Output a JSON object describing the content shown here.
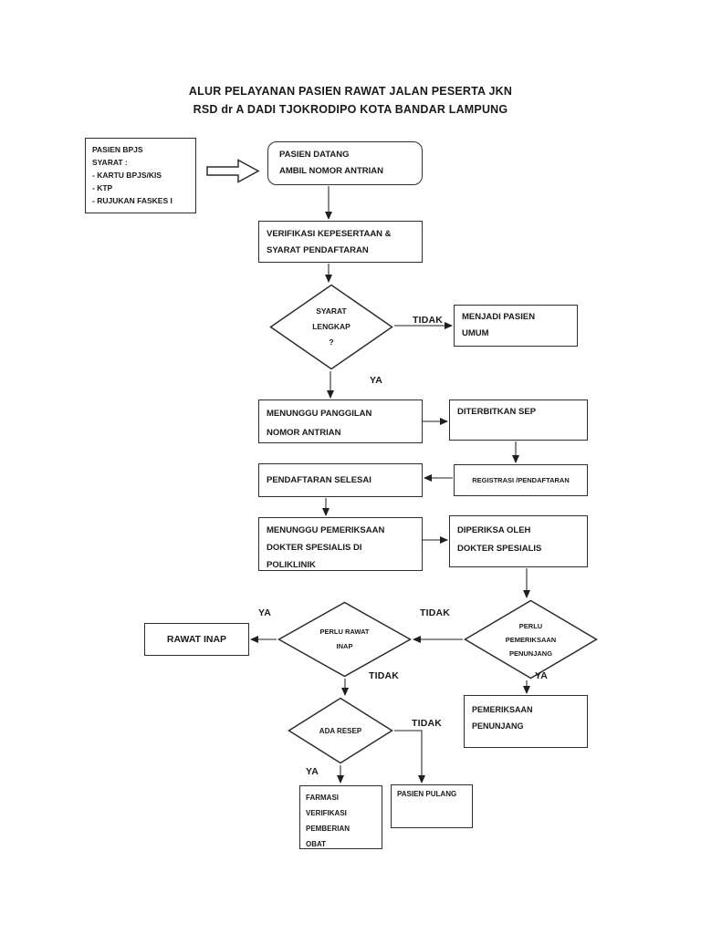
{
  "title": {
    "line1": "ALUR PELAYANAN PASIEN RAWAT JALAN PESERTA JKN",
    "line2": "RSD dr A DADI TJOKRODIPO KOTA BANDAR LAMPUNG"
  },
  "info_box": {
    "lines": [
      "PASIEN BPJS",
      "SYARAT :",
      "-  KARTU BPJS/KIS",
      "-  KTP",
      "-  RUJUKAN FASKES I"
    ]
  },
  "nodes": {
    "start": {
      "lines": [
        "PASIEN DATANG",
        "AMBIL NOMOR ANTRIAN"
      ]
    },
    "verify": {
      "lines": [
        "VERIFIKASI KEPESERTAAN &",
        "SYARAT PENDAFTARAN"
      ]
    },
    "syarat_lengkap": {
      "lines": [
        "SYARAT",
        "LENGKAP",
        "?"
      ]
    },
    "menjadi_pasien_umum": {
      "lines": [
        "MENJADI PASIEN",
        "UMUM"
      ]
    },
    "menunggu_panggilan": {
      "lines": [
        "MENUNGGU PANGGILAN",
        "NOMOR ANTRIAN"
      ]
    },
    "diterbitkan_sep": {
      "lines": [
        "DITERBITKAN SEP"
      ]
    },
    "registrasi": {
      "lines": [
        "REGISTRASI /PENDAFTARAN"
      ]
    },
    "pendaftaran_selesai": {
      "lines": [
        "PENDAFTARAN SELESAI"
      ]
    },
    "menunggu_pemeriksaan": {
      "lines": [
        "MENUNGGU PEMERIKSAAN",
        "DOKTER SPESIALIS DI",
        "POLIKLINIK"
      ]
    },
    "diperiksa": {
      "lines": [
        "DIPERIKSA OLEH",
        "DOKTER SPESIALIS"
      ]
    },
    "perlu_penunjang": {
      "lines": [
        "PERLU",
        "PEMERIKSAAN",
        "PENUNJANG"
      ]
    },
    "perlu_rawat_inap": {
      "lines": [
        "PERLU RAWAT",
        "INAP"
      ]
    },
    "rawat_inap": {
      "lines": [
        "RAWAT INAP"
      ]
    },
    "pemeriksaan_penunjang": {
      "lines": [
        "PEMERIKSAAN",
        "PENUNJANG"
      ]
    },
    "ada_resep": {
      "lines": [
        "ADA RESEP"
      ]
    },
    "farmasi": {
      "lines": [
        "FARMASI",
        "VERIFIKASI",
        "PEMBERIAN",
        "OBAT"
      ]
    },
    "pasien_pulang": {
      "lines": [
        "PASIEN PULANG"
      ]
    }
  },
  "edge_labels": {
    "syarat_tidak": "TIDAK",
    "syarat_ya": "YA",
    "penunjang_tidak": "TIDAK",
    "rawat_ya": "YA",
    "penunjang_ya": "YA",
    "rawat_tidak": "TIDAK",
    "resep_tidak": "TIDAK",
    "resep_ya": "YA"
  },
  "colors": {
    "background": "#ffffff",
    "border": "#2d2d2d",
    "line": "#4d4d4d",
    "text": "#1a1a1a"
  }
}
